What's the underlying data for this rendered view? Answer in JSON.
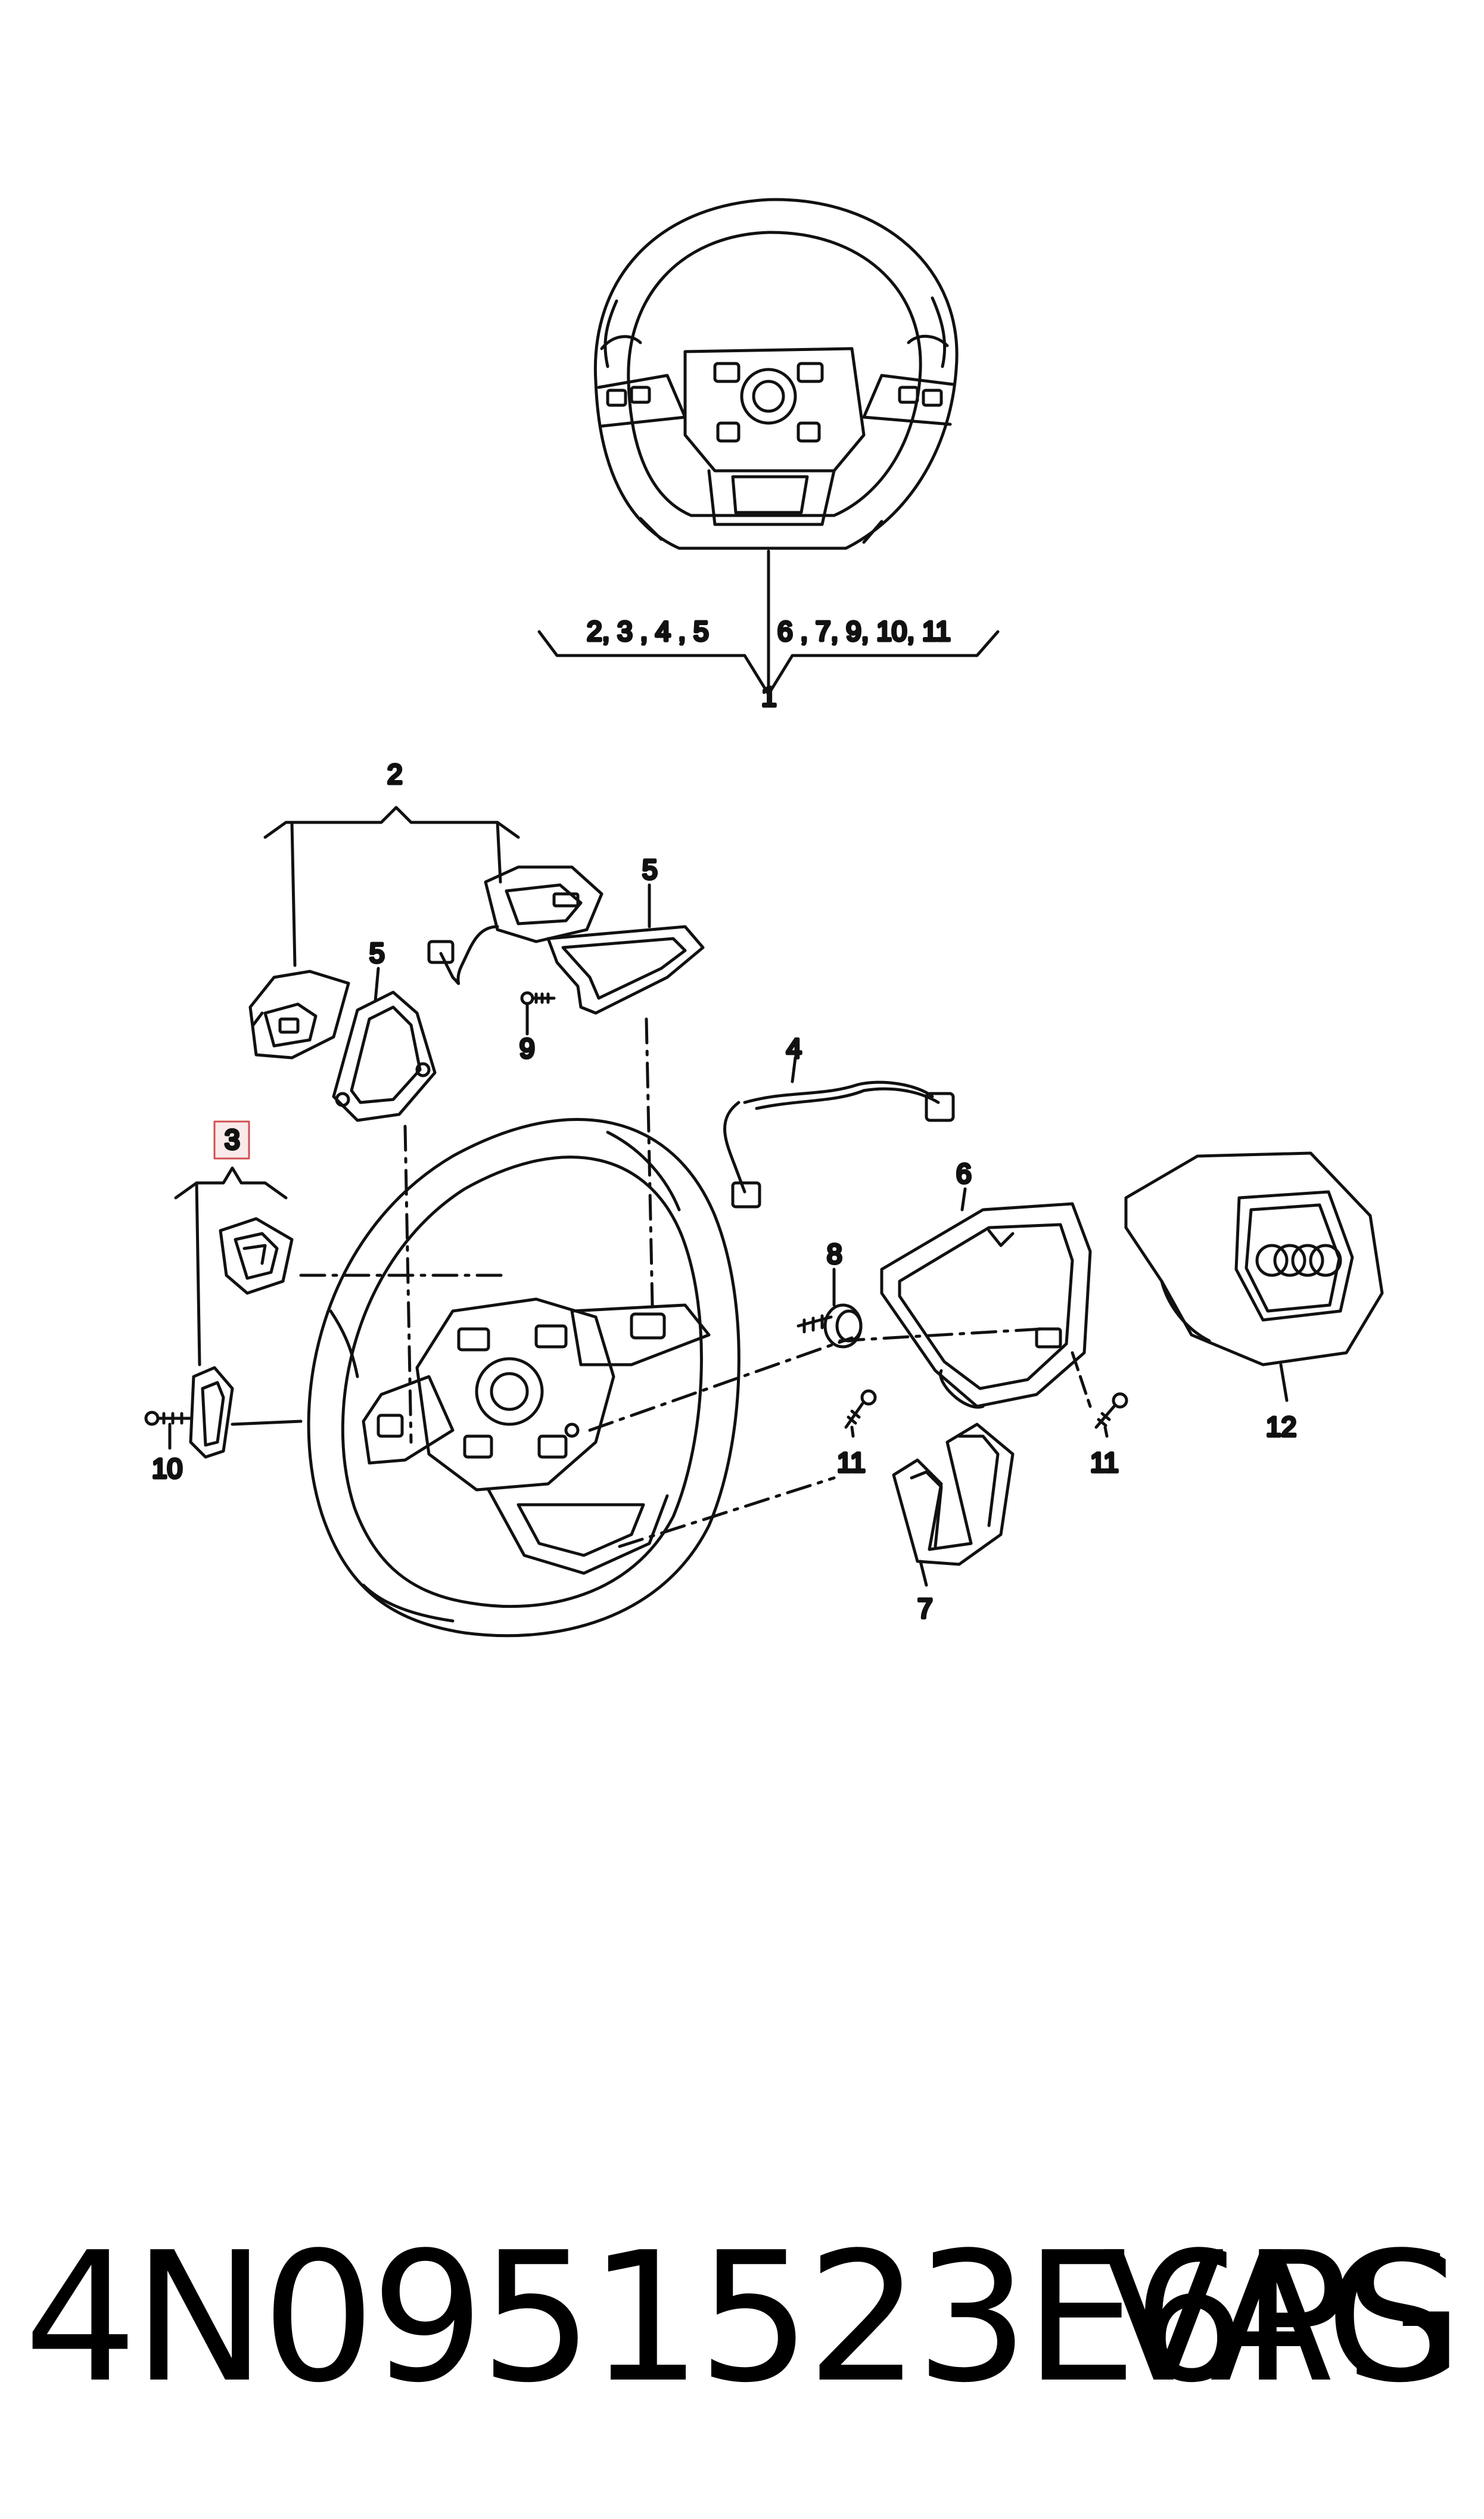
{
  "callouts": {
    "group_left": "2, 3 , 4 , 5",
    "group_right": "6 , 7, 9, 10, 11",
    "item_1": "1",
    "item_2": "2",
    "item_3": "3",
    "item_4": "4",
    "item_5a": "5",
    "item_5b": "5",
    "item_6": "6",
    "item_7": "7",
    "item_8": "8",
    "item_9": "9",
    "item_10": "10",
    "item_11a": "11",
    "item_11b": "11",
    "item_12": "12"
  },
  "footer": {
    "part_number": "4N0951523E6PS",
    "brand": "VAG"
  },
  "colors": {
    "line": "#111111",
    "highlight_box": "#d05050",
    "highlight_fill": "#fbeaea"
  }
}
